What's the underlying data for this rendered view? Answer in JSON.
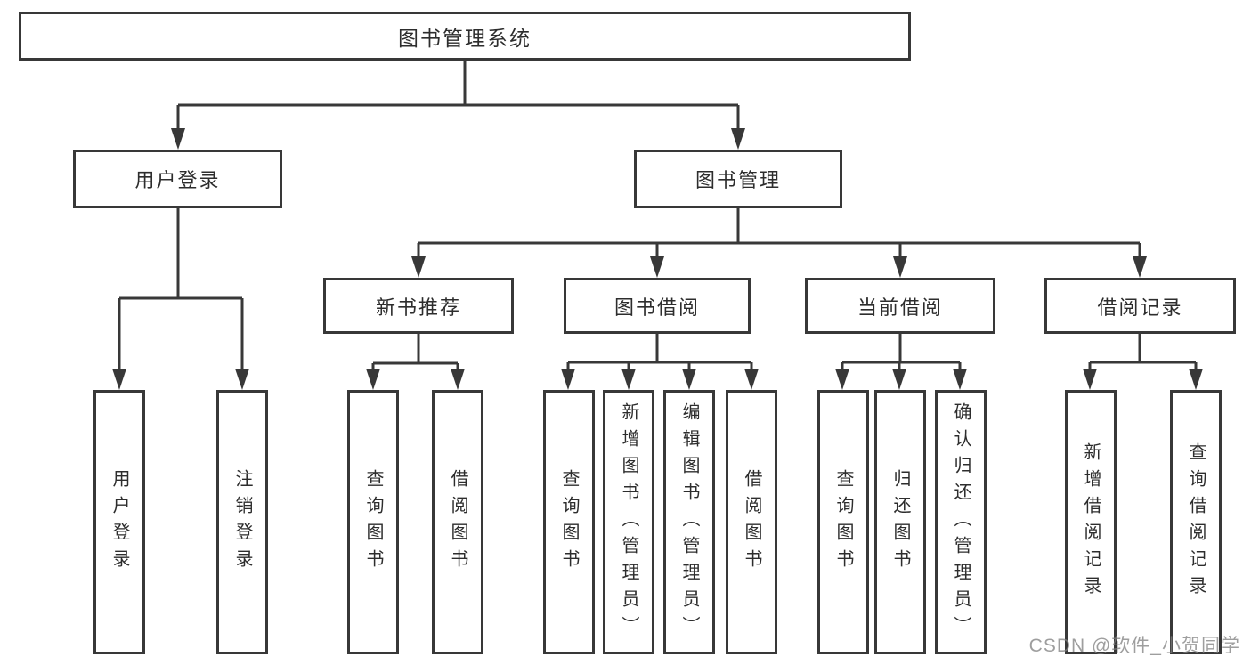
{
  "tree": {
    "root": "图书管理系统",
    "level2": [
      {
        "label": "用户登录",
        "children": [
          {
            "label": "用户登录"
          },
          {
            "label": "注销登录"
          }
        ]
      },
      {
        "label": "图书管理",
        "children": [
          {
            "label": "新书推荐",
            "children": [
              {
                "label": "查询图书"
              },
              {
                "label": "借阅图书"
              }
            ]
          },
          {
            "label": "图书借阅",
            "children": [
              {
                "label": "查询图书"
              },
              {
                "label": "新增图书（管理员）"
              },
              {
                "label": "编辑图书（管理员）"
              },
              {
                "label": "借阅图书"
              }
            ]
          },
          {
            "label": "当前借阅",
            "children": [
              {
                "label": "查询图书"
              },
              {
                "label": "归还图书"
              },
              {
                "label": "确认归还（管理员）"
              }
            ]
          },
          {
            "label": "借阅记录",
            "children": [
              {
                "label": "新增借阅记录"
              },
              {
                "label": "查询借阅记录"
              }
            ]
          }
        ]
      }
    ]
  },
  "watermark": "CSDN @软件_小贺同学"
}
